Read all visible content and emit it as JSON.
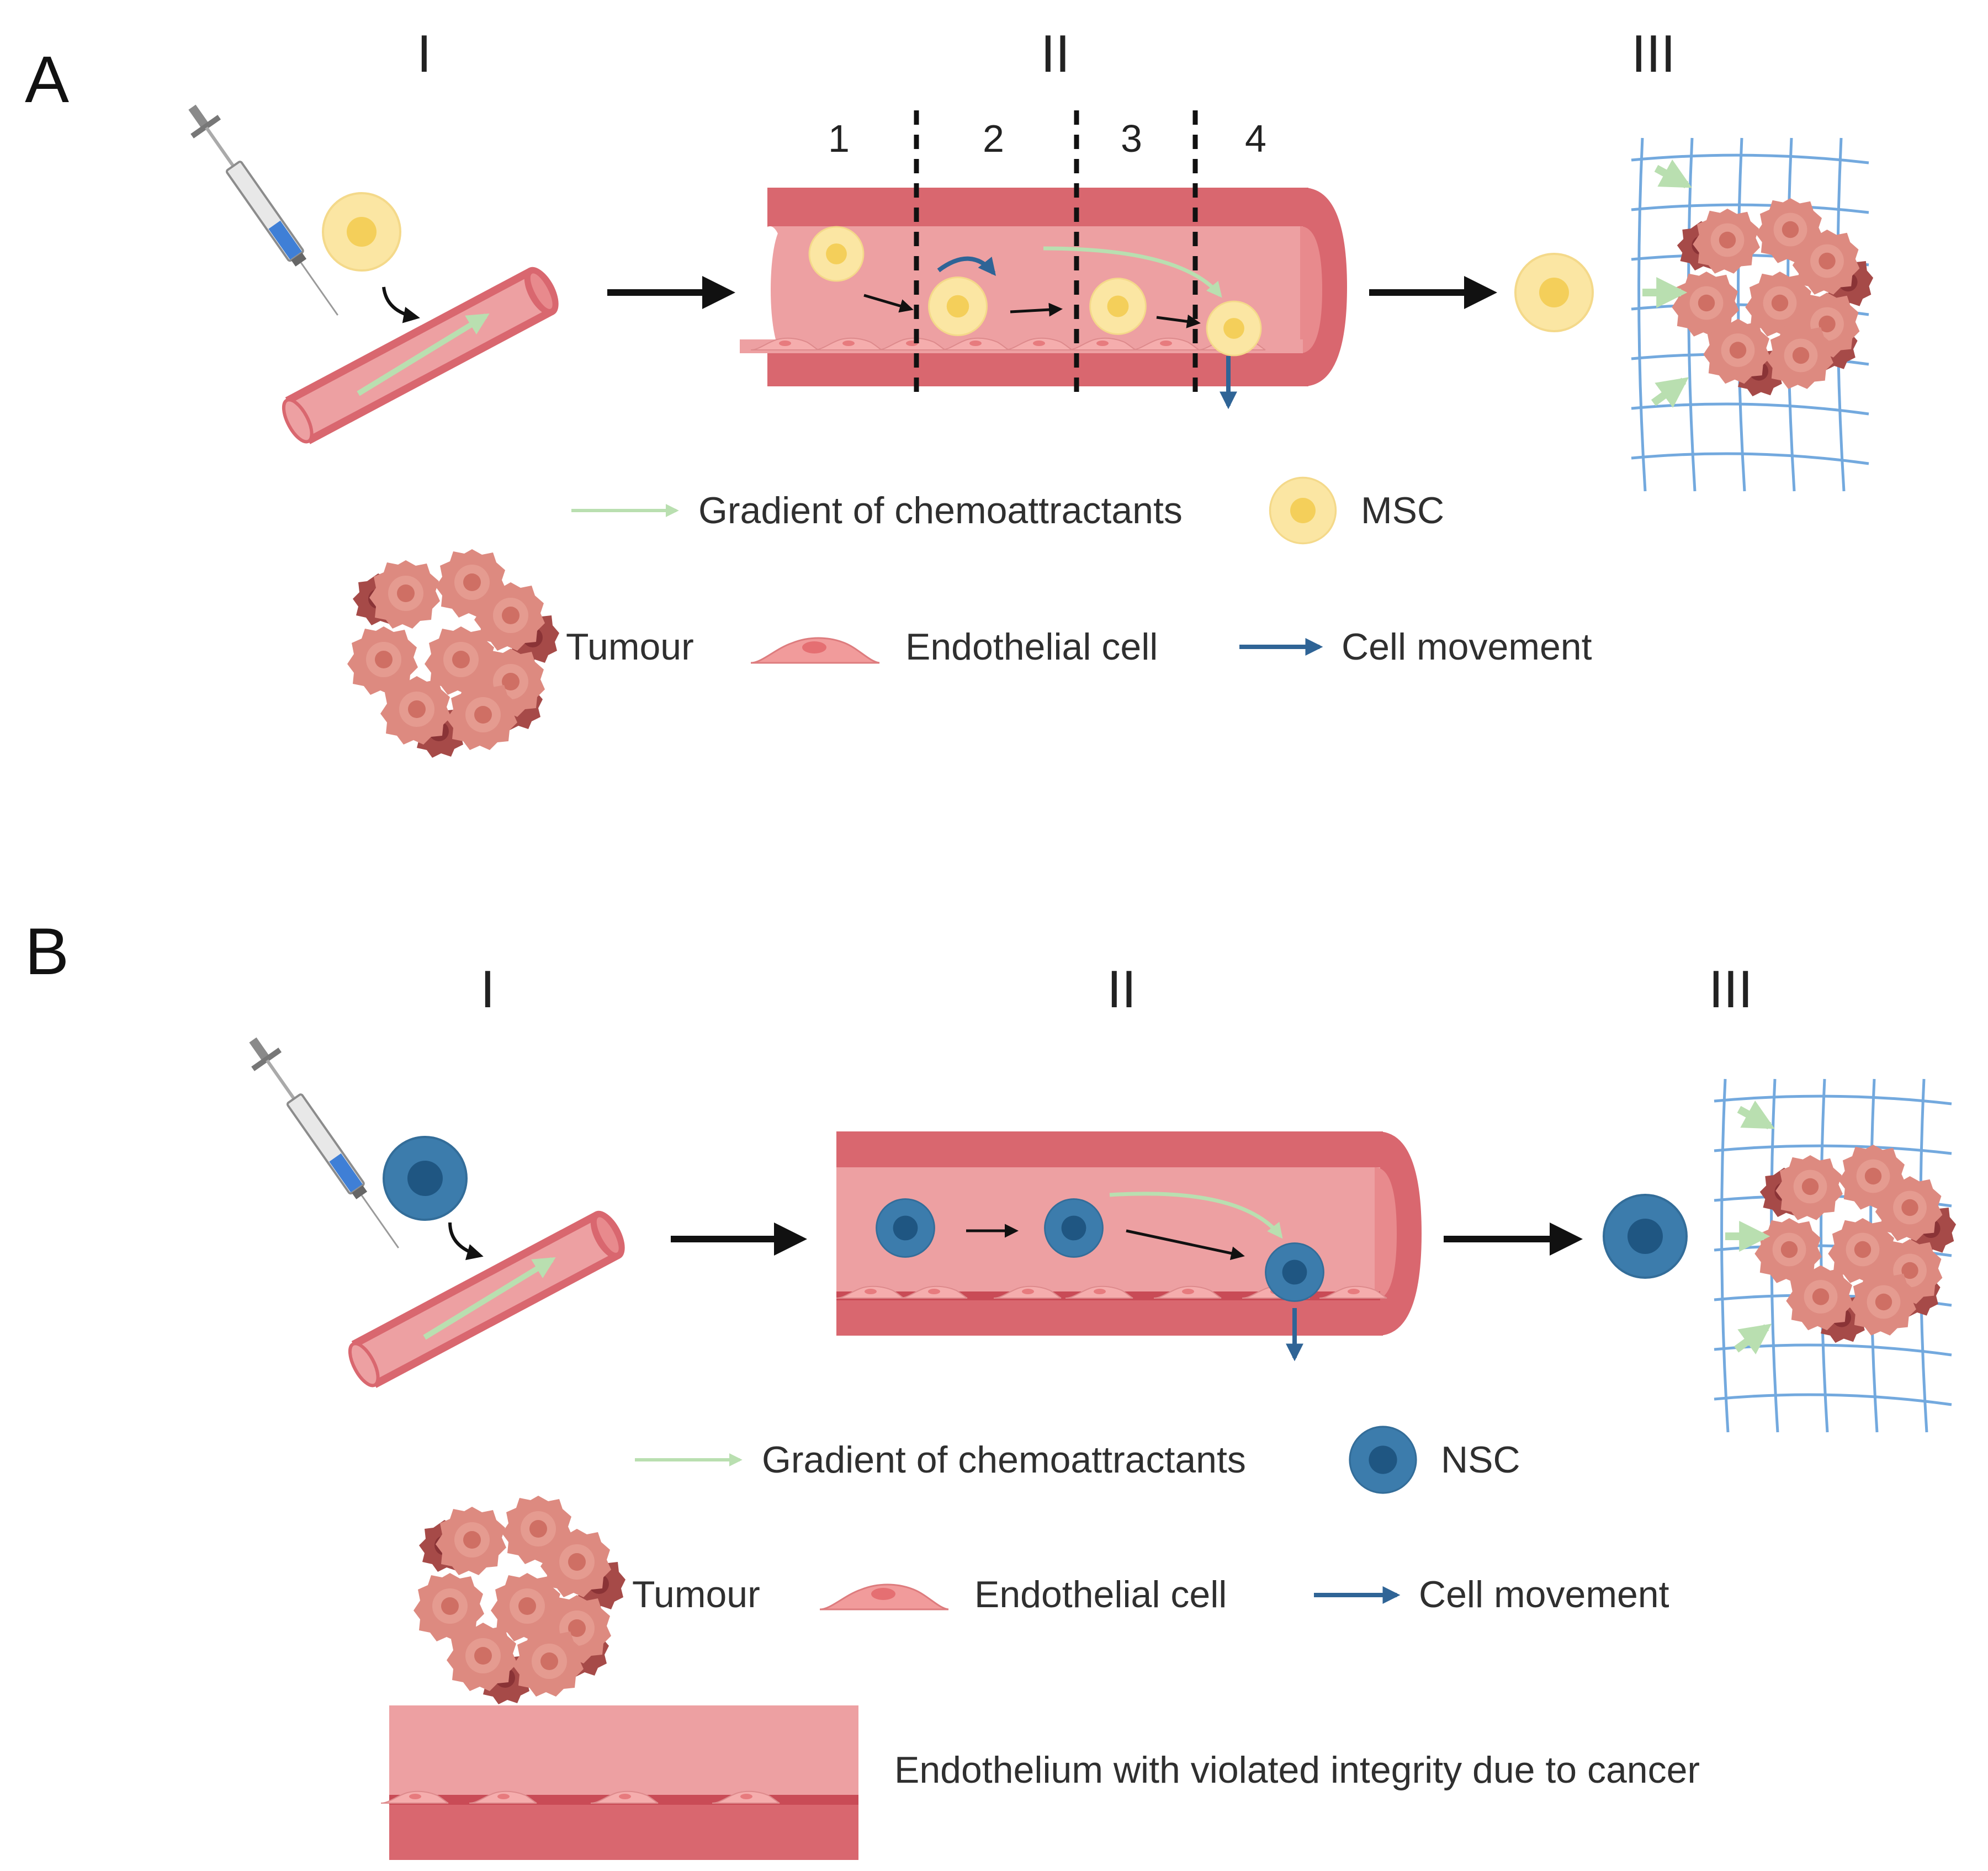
{
  "panel_a": {
    "letter": "A",
    "stages": [
      "I",
      "II",
      "III"
    ],
    "segments": [
      "1",
      "2",
      "3",
      "4"
    ],
    "legend": {
      "gradient": "Gradient of chemoattractants",
      "cell": "MSC",
      "tumour": "Tumour",
      "endothelial": "Endothelial cell",
      "movement": "Cell movement"
    }
  },
  "panel_b": {
    "letter": "B",
    "stages": [
      "I",
      "II",
      "III"
    ],
    "legend": {
      "gradient": "Gradient of chemoattractants",
      "cell": "NSC",
      "tumour": "Tumour",
      "endothelial": "Endothelial cell",
      "movement": "Cell movement",
      "endothelium": "Endothelium with violated integrity due to cancer"
    }
  },
  "colors": {
    "vessel_outer": "#d9676f",
    "vessel_inner": "#eda0a2",
    "msc_outer": "#fbe6a3",
    "msc_inner": "#f4cf5a",
    "nsc_outer": "#3c7cac",
    "nsc_inner": "#1f5682",
    "gradient_arrow": "#b9dfb0",
    "movement_arrow": "#2f6496",
    "matrix": "#5b9bd9"
  }
}
